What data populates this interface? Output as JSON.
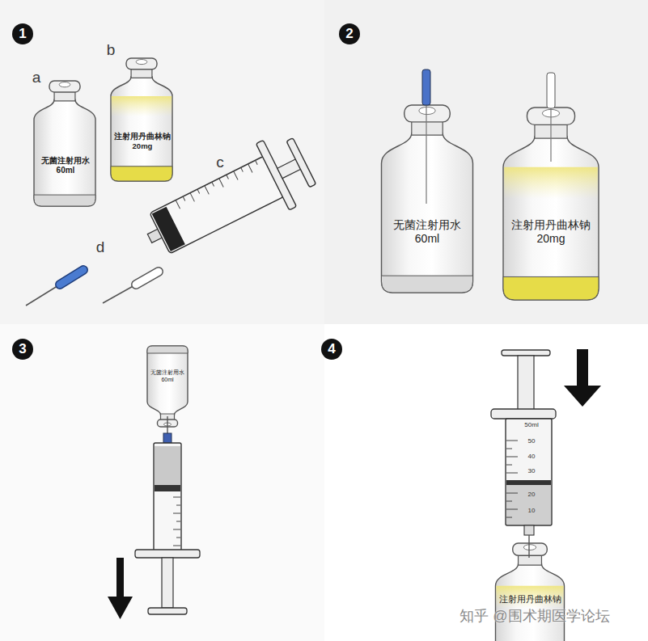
{
  "diagram": {
    "nodes": [
      {
        "text": [
          "无菌注射用水 60ml"
        ]
      },
      {
        "text": [
          "注射用丹曲林钠 20mg"
        ]
      },
      {
        "text": [
          "无菌注射用水 60ml"
        ]
      },
      {
        "text": [
          "注射用丹曲林钠 20mg"
        ]
      },
      {
        "text": [
          "无菌注射用水 60ml"
        ]
      },
      {
        "text": [
          "注射用丹曲林钠"
        ]
      }
    ],
    "labels": [
      "1",
      "2",
      "3",
      "4",
      "a",
      "b",
      "c",
      "d",
      "50ml",
      "50",
      "40",
      "30",
      "20",
      "10",
      "知乎 @围术期医学论坛"
    ]
  }
}
